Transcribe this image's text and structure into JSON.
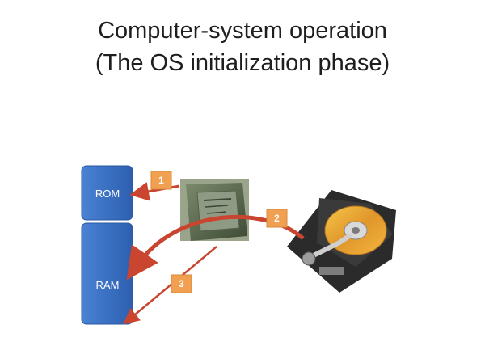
{
  "slide": {
    "title_line1": "Computer-system operation",
    "title_line2": "(The OS initialization phase)"
  },
  "blocks": {
    "rom": "ROM",
    "ram": "RAM"
  },
  "steps": [
    "1",
    "2",
    "3"
  ],
  "images": {
    "cpu": "cpu-chip-icon",
    "disk": "hard-disk-drive-icon"
  },
  "colors": {
    "memory_block": "#3a6fc1",
    "memory_block_dark": "#2a58a6",
    "arrow": "#c94530",
    "step_badge": "#f0a050"
  }
}
